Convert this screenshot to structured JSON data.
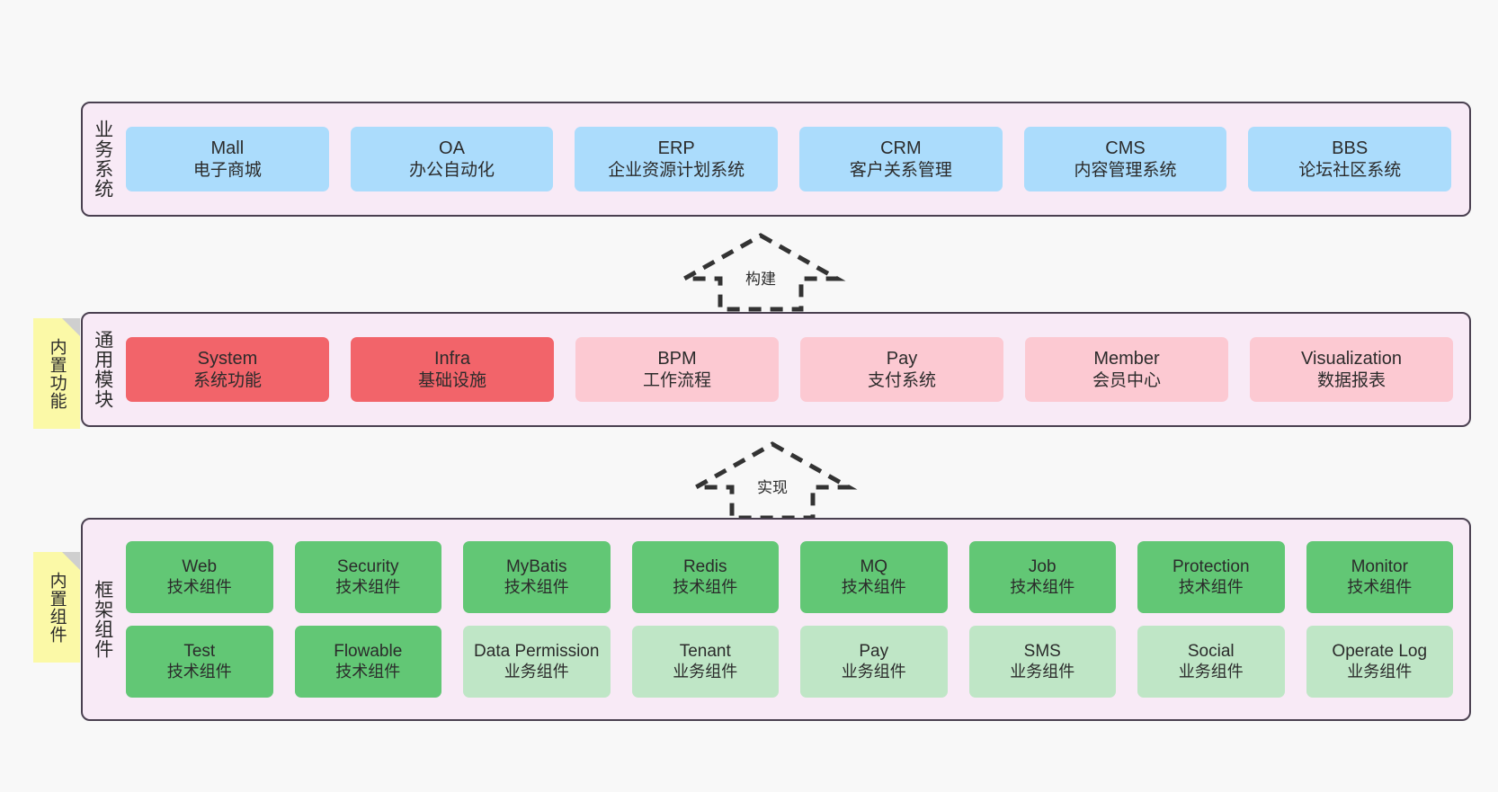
{
  "diagram": {
    "background_color": "#f8f8f8",
    "panel_color": "#f8eaf6",
    "panel_border_color": "#4a4050",
    "note_color": "#fbf9a7"
  },
  "layers": [
    {
      "key": "business",
      "title": "业务系统",
      "note": null,
      "rows": [
        {
          "cells": [
            {
              "name": "Mall",
              "desc": "电子商城",
              "color": "#abdcfc",
              "style": "c-blue"
            },
            {
              "name": "OA",
              "desc": "办公自动化",
              "color": "#abdcfc",
              "style": "c-blue"
            },
            {
              "name": "ERP",
              "desc": "企业资源计划系统",
              "color": "#abdcfc",
              "style": "c-blue"
            },
            {
              "name": "CRM",
              "desc": "客户关系管理",
              "color": "#abdcfc",
              "style": "c-blue"
            },
            {
              "name": "CMS",
              "desc": "内容管理系统",
              "color": "#abdcfc",
              "style": "c-blue"
            },
            {
              "name": "BBS",
              "desc": "论坛社区系统",
              "color": "#abdcfc",
              "style": "c-blue"
            }
          ]
        }
      ]
    },
    {
      "key": "common",
      "title": "通用模块",
      "note": "内置功能",
      "rows": [
        {
          "cells": [
            {
              "name": "System",
              "desc": "系统功能",
              "color": "#f2646a",
              "style": "c-red"
            },
            {
              "name": "Infra",
              "desc": "基础设施",
              "color": "#f2646a",
              "style": "c-red"
            },
            {
              "name": "BPM",
              "desc": "工作流程",
              "color": "#fcc9d2",
              "style": "c-pink"
            },
            {
              "name": "Pay",
              "desc": "支付系统",
              "color": "#fcc9d2",
              "style": "c-pink"
            },
            {
              "name": "Member",
              "desc": "会员中心",
              "color": "#fcc9d2",
              "style": "c-pink"
            },
            {
              "name": "Visualization",
              "desc": "数据报表",
              "color": "#fcc9d2",
              "style": "c-pink"
            }
          ]
        }
      ]
    },
    {
      "key": "framework",
      "title": "框架组件",
      "note": "内置组件",
      "rows": [
        {
          "cells": [
            {
              "name": "Web",
              "desc": "技术组件",
              "color": "#62c775",
              "style": "c-green"
            },
            {
              "name": "Security",
              "desc": "技术组件",
              "color": "#62c775",
              "style": "c-green"
            },
            {
              "name": "MyBatis",
              "desc": "技术组件",
              "color": "#62c775",
              "style": "c-green"
            },
            {
              "name": "Redis",
              "desc": "技术组件",
              "color": "#62c775",
              "style": "c-green"
            },
            {
              "name": "MQ",
              "desc": "技术组件",
              "color": "#62c775",
              "style": "c-green"
            },
            {
              "name": "Job",
              "desc": "技术组件",
              "color": "#62c775",
              "style": "c-green"
            },
            {
              "name": "Protection",
              "desc": "技术组件",
              "color": "#62c775",
              "style": "c-green"
            },
            {
              "name": "Monitor",
              "desc": "技术组件",
              "color": "#62c775",
              "style": "c-green"
            }
          ]
        },
        {
          "cells": [
            {
              "name": "Test",
              "desc": "技术组件",
              "color": "#62c775",
              "style": "c-green"
            },
            {
              "name": "Flowable",
              "desc": "技术组件",
              "color": "#62c775",
              "style": "c-green"
            },
            {
              "name": "Data Permission",
              "desc": "业务组件",
              "color": "#bfe6c6",
              "style": "c-green-light"
            },
            {
              "name": "Tenant",
              "desc": "业务组件",
              "color": "#bfe6c6",
              "style": "c-green-light"
            },
            {
              "name": "Pay",
              "desc": "业务组件",
              "color": "#bfe6c6",
              "style": "c-green-light"
            },
            {
              "name": "SMS",
              "desc": "业务组件",
              "color": "#bfe6c6",
              "style": "c-green-light"
            },
            {
              "name": "Social",
              "desc": "业务组件",
              "color": "#bfe6c6",
              "style": "c-green-light"
            },
            {
              "name": "Operate Log",
              "desc": "业务组件",
              "color": "#bfe6c6",
              "style": "c-green-light"
            }
          ]
        }
      ]
    }
  ],
  "connectors": [
    {
      "key": "build",
      "label": "构建",
      "from": "common",
      "to": "business",
      "style": "dashed-generalization"
    },
    {
      "key": "realize",
      "label": "实现",
      "from": "framework",
      "to": "common",
      "style": "dashed-generalization"
    }
  ]
}
